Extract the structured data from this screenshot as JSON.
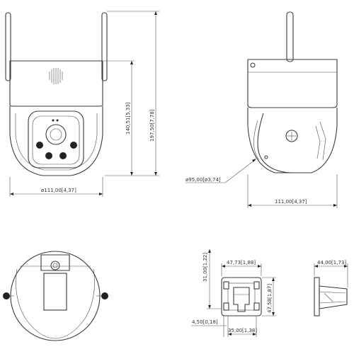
{
  "dimensions": {
    "front_width": "ø111,00[4,37]",
    "front_height_total": "197,50[7,78]",
    "front_height_body": "140,51[5,33]",
    "side_diameter": "ø95,00[ø3,74]",
    "side_width": "111,00[4,37]",
    "mount_width": "47,73[1,88]",
    "mount_height": "47,58[1,87]",
    "mount_top_offset": "31,00[1,22]",
    "mount_hole_offset": "4,50[0,18]",
    "mount_slot_width": "35,00[1,38]",
    "bracket_depth": "44,00[1,73]"
  }
}
